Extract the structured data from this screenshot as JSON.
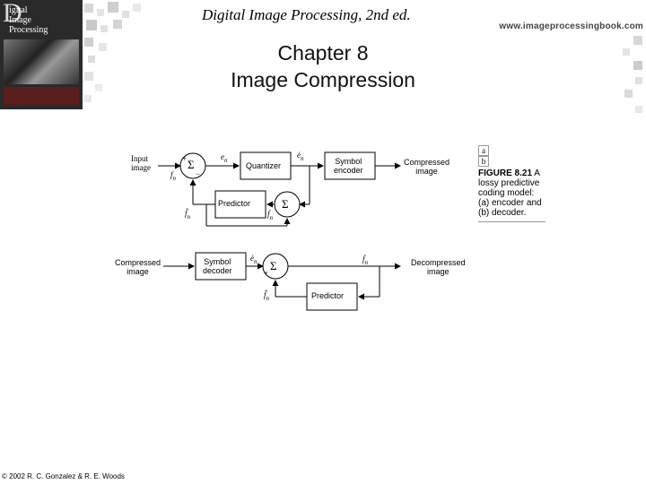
{
  "header": {
    "book_title": "Digital Image Processing, 2nd ed.",
    "website": "www.imageprocessingbook.com",
    "chapter": "Chapter 8",
    "chapter_subtitle": "Image Compression"
  },
  "cover": {
    "letter": "D",
    "title": "igital\nImage\nProcessing"
  },
  "figure": {
    "panel_a": "a",
    "panel_b": "b",
    "figure_label": "FIGURE 8.21",
    "caption": "A lossy predictive coding model: (a) encoder and (b) decoder.",
    "encoder": {
      "input_label": "Input",
      "input_label2": "image",
      "fn": "f",
      "en": "e",
      "en_dot": "ė",
      "quantizer": "Quantizer",
      "symbol_encoder": "Symbol",
      "symbol_encoder2": "encoder",
      "compressed": "Compressed",
      "compressed2": "image",
      "predictor": "Predictor",
      "fn_hat": "f̂",
      "fn_dot": "ḟ",
      "sigma": "Σ",
      "plus": "+",
      "minus": "−",
      "n": "n"
    },
    "decoder": {
      "compressed": "Compressed",
      "compressed2": "image",
      "symbol_decoder": "Symbol",
      "symbol_decoder2": "decoder",
      "en_dot": "ė",
      "fn_dot": "ḟ",
      "fn_hat": "f̂",
      "decompressed": "Decompressed",
      "decompressed2": "image",
      "predictor": "Predictor",
      "sigma": "Σ",
      "plus": "+",
      "n": "n"
    }
  },
  "footer": {
    "copyright": "© 2002 R. C. Gonzalez & R. E. Woods"
  }
}
